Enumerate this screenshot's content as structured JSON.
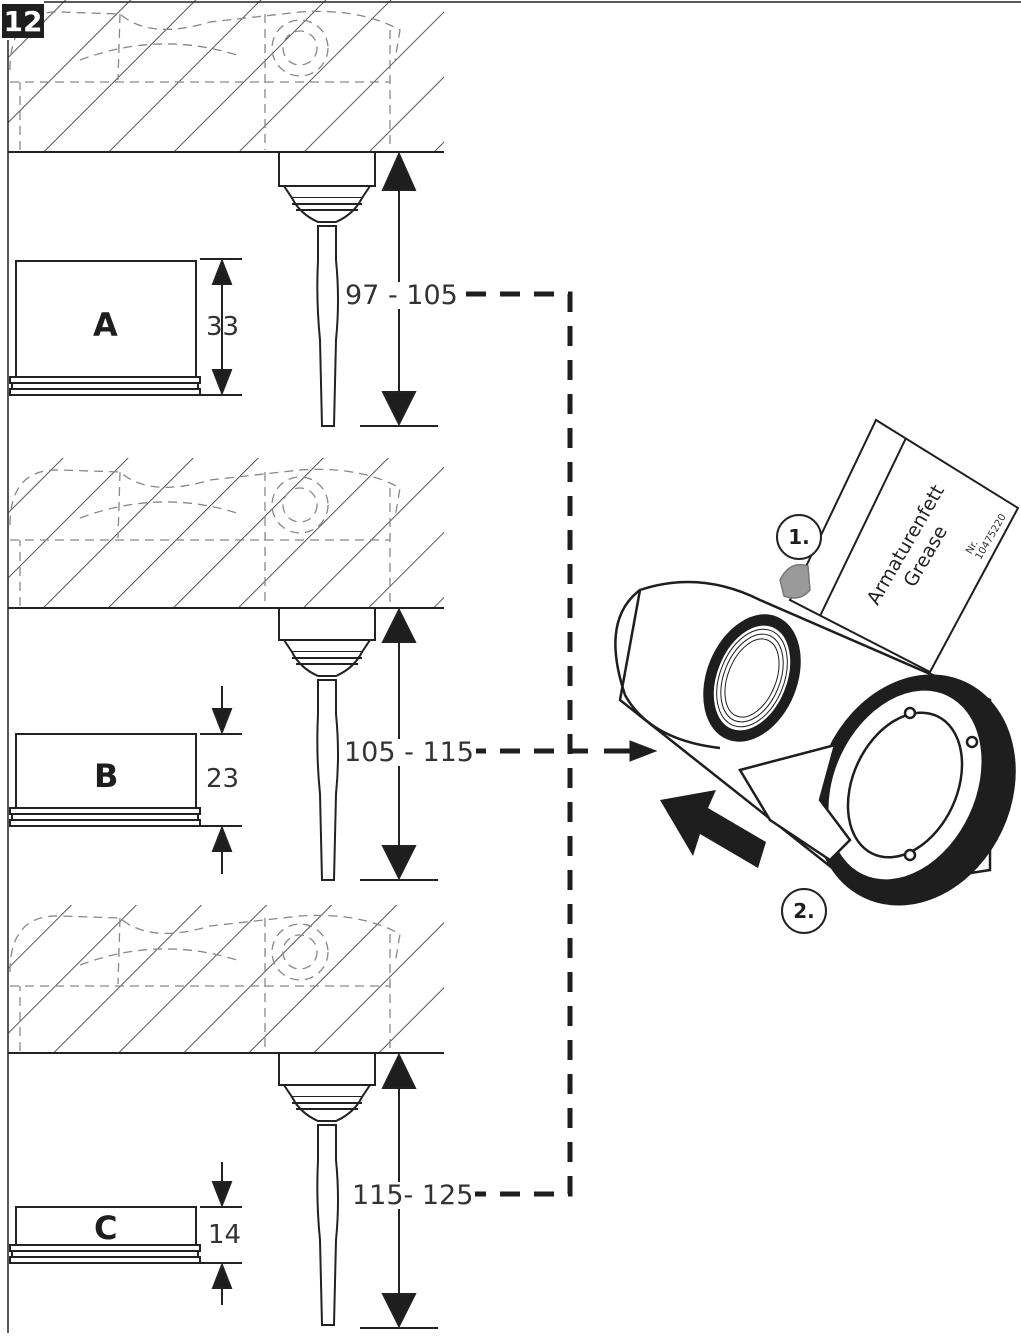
{
  "step_number": "12",
  "variants": [
    {
      "letter": "A",
      "height": "33",
      "range": "97 - 105"
    },
    {
      "letter": "B",
      "height": "23",
      "range": "105 - 115"
    },
    {
      "letter": "C",
      "height": "14",
      "range": "115- 125"
    }
  ],
  "steps": {
    "one": "1.",
    "two": "2."
  },
  "grease_label": {
    "line1": "Armaturenfett",
    "line2": "Grease",
    "article_no": "Nr. 10475220"
  },
  "icons": [
    "dimension-arrow-icon",
    "dashed-connector-icon",
    "insert-arrow-icon",
    "grease-tube-icon"
  ],
  "colors": {
    "ink": "#1e1e1e",
    "grease": "#9a9a9a",
    "hatch": "#333333",
    "dashed": "#999999"
  }
}
